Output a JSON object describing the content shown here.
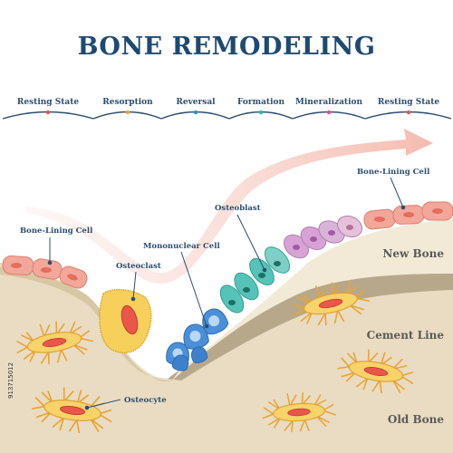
{
  "title": "BONE REMODELING",
  "stages": [
    {
      "label": "Resting State",
      "dot": "#e05a4a"
    },
    {
      "label": "Resorption",
      "dot": "#f0a040"
    },
    {
      "label": "Reversal",
      "dot": "#2f8bd0"
    },
    {
      "label": "Formation",
      "dot": "#35b3a8"
    },
    {
      "label": "Mineralization",
      "dot": "#e0508a"
    },
    {
      "label": "Resting State",
      "dot": "#e05a4a"
    }
  ],
  "labels": {
    "bone_lining_left": "Bone-Lining Cell",
    "bone_lining_right": "Bone-Lining Cell",
    "osteoclast": "Osteoclast",
    "mononuclear": "Mononuclear Cell",
    "osteoblast": "Osteoblast",
    "osteocyte": "Osteocyte"
  },
  "regions": {
    "new_bone": "New Bone",
    "cement_line": "Cement Line",
    "old_bone": "Old Bone"
  },
  "stock_id": "913715012",
  "colors": {
    "title": "#1e4a70",
    "old_bone": "#eadcc2",
    "new_bone": "#f2ead6",
    "cement": "#b7a88c",
    "lining_cell": "#f2a79a",
    "osteoclast": "#f6d05a",
    "mononuclear": "#4a8fd8",
    "osteoblast": "#57c2b8",
    "mineralization": "#d7a3d4",
    "arrow": "#f6c9c0"
  }
}
